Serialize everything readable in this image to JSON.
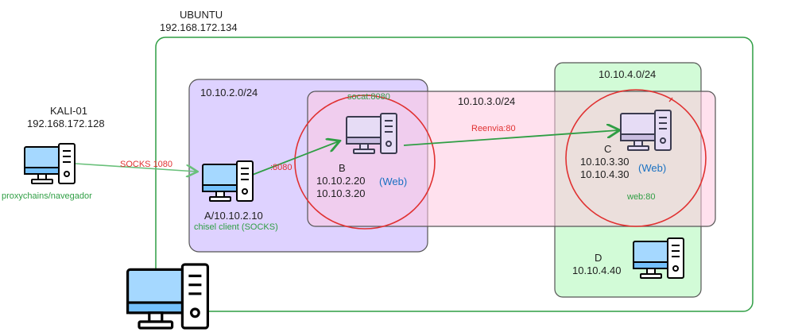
{
  "ubuntu": {
    "title": "UBUNTU",
    "ip": "192.168.172.134"
  },
  "kali": {
    "title": "KALI-01",
    "ip": "192.168.172.128",
    "tool": "proxychains/navegador"
  },
  "networks": {
    "n2": "10.10.2.0/24",
    "n3": "10.10.3.0/24",
    "n4": "10.10.4.0/24"
  },
  "hosts": {
    "a": {
      "label": "A/10.10.2.10",
      "role": "chisel client (SOCKS)"
    },
    "b": {
      "name": "B",
      "ip1": "10.10.2.20",
      "ip2": "10.10.3.20",
      "tag": "(Web)",
      "service": "socat:8080"
    },
    "c": {
      "name": "C",
      "ip1": "10.10.3.30",
      "ip2": "10.10.4.30",
      "tag": "(Web)",
      "service": "web:80"
    },
    "d": {
      "name": "D",
      "ip": "10.10.4.40"
    }
  },
  "links": {
    "socks": "SOCKS 1080",
    "port": ":8080",
    "forward": "Reenvia:80"
  },
  "colors": {
    "ubuntu_border": "#2f9e44",
    "net2": "#d0bfff",
    "net3": "#ffc9e0",
    "net4": "#c3fac9",
    "arrow": "#2f9e44",
    "circle": "#e03131",
    "monitor": "#a5d8ff"
  }
}
